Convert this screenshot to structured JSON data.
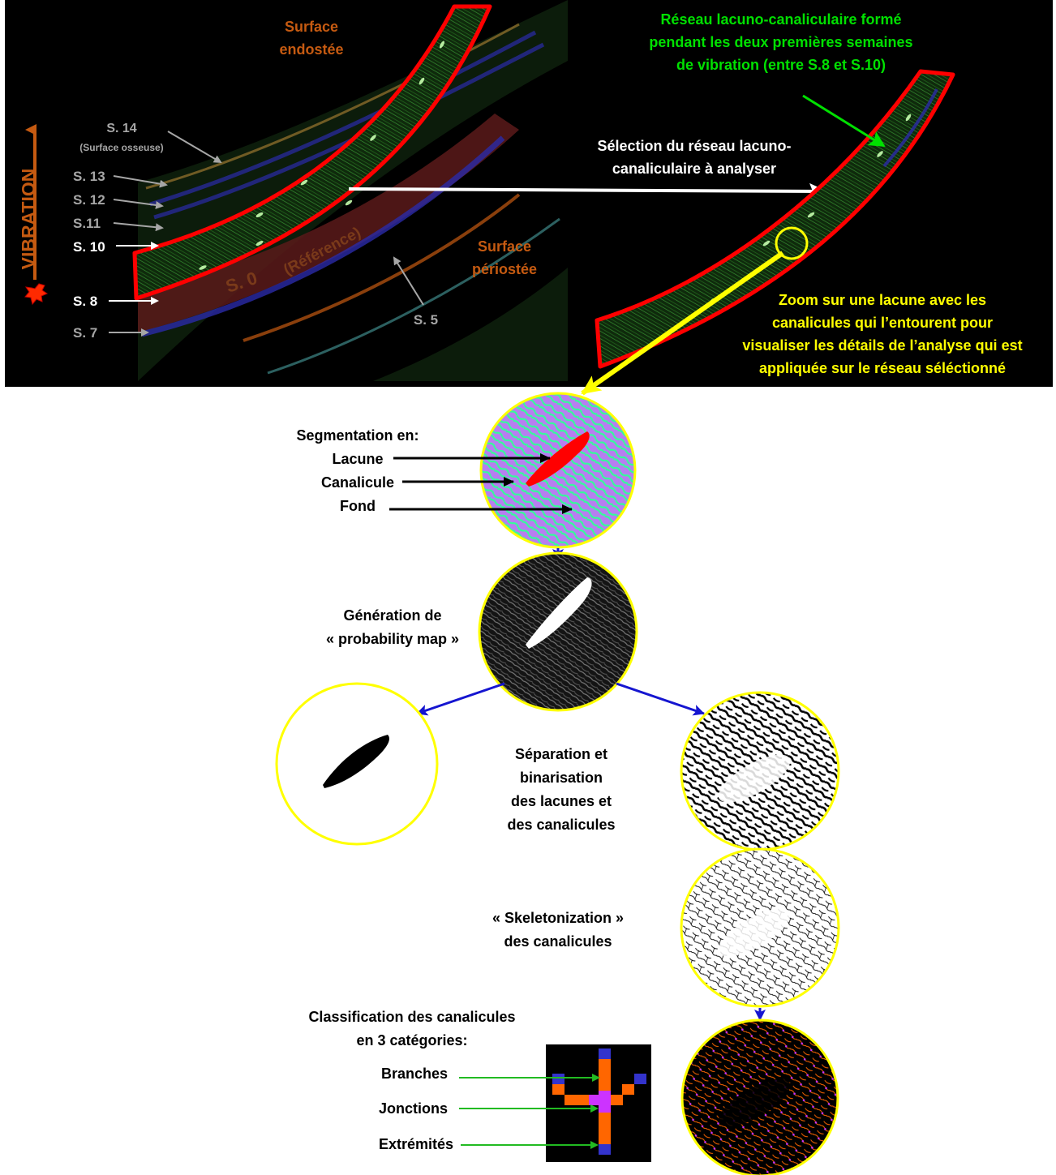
{
  "top_panel": {
    "vibration_label": "VIBRATION",
    "surface_endostee_line1": "Surface",
    "surface_endostee_line2": "endostée",
    "surface_periostee_line1": "Surface",
    "surface_periostee_line2": "périostée",
    "stripes": {
      "s14": "S. 14",
      "s14_sub": "(Surface osseuse)",
      "s13": "S. 13",
      "s12": "S. 12",
      "s11": "S.11",
      "s10": "S. 10",
      "s8": "S. 8",
      "s7": "S. 7",
      "s5": "S. 5",
      "s0": "S. 0",
      "reference": "(Référence)"
    },
    "selection_line1": "Sélection du réseau lacuno-",
    "selection_line2": "canaliculaire à analyser",
    "reseau_line1": "Réseau lacuno-canaliculaire formé",
    "reseau_line2": "pendant les deux premières semaines",
    "reseau_line3": "de vibration (entre S.8 et S.10)",
    "zoom_line1": "Zoom sur une lacune avec les",
    "zoom_line2": "canalicules qui l’entourent pour",
    "zoom_line3": "visualiser les détails de l’analyse qui est",
    "zoom_line4": "appliquée sur le réseau séléctionné"
  },
  "segmentation": {
    "title": "Segmentation en:",
    "lacune": "Lacune",
    "canalicule": "Canalicule",
    "fond": "Fond"
  },
  "probability": {
    "line1": "Génération de",
    "line2": "« probability map »"
  },
  "separation": {
    "line1": "Séparation et",
    "line2": "binarisation",
    "line3": "des lacunes et",
    "line4": "des canalicules"
  },
  "skeleton": {
    "line1": "« Skeletonization »",
    "line2": "des canalicules"
  },
  "classification": {
    "line1": "Classification des canalicules",
    "line2": "en 3 catégories:",
    "branches": "Branches",
    "jonctions": "Jonctions",
    "extremites": "Extrémités"
  },
  "colors": {
    "orange_label": "#c55a11",
    "green_text": "#00e000",
    "yellow_text": "#ffff00",
    "selection_red": "#ff0000",
    "flow_arrow": "#1515d0",
    "circle_border": "#ffff00",
    "segmentation_background": "#b77ef0",
    "canalicule_green": "#33ff99",
    "branch_orange": "#ff6600",
    "junction_purple": "#cc33ff",
    "endpoint_blue": "#3333cc"
  }
}
